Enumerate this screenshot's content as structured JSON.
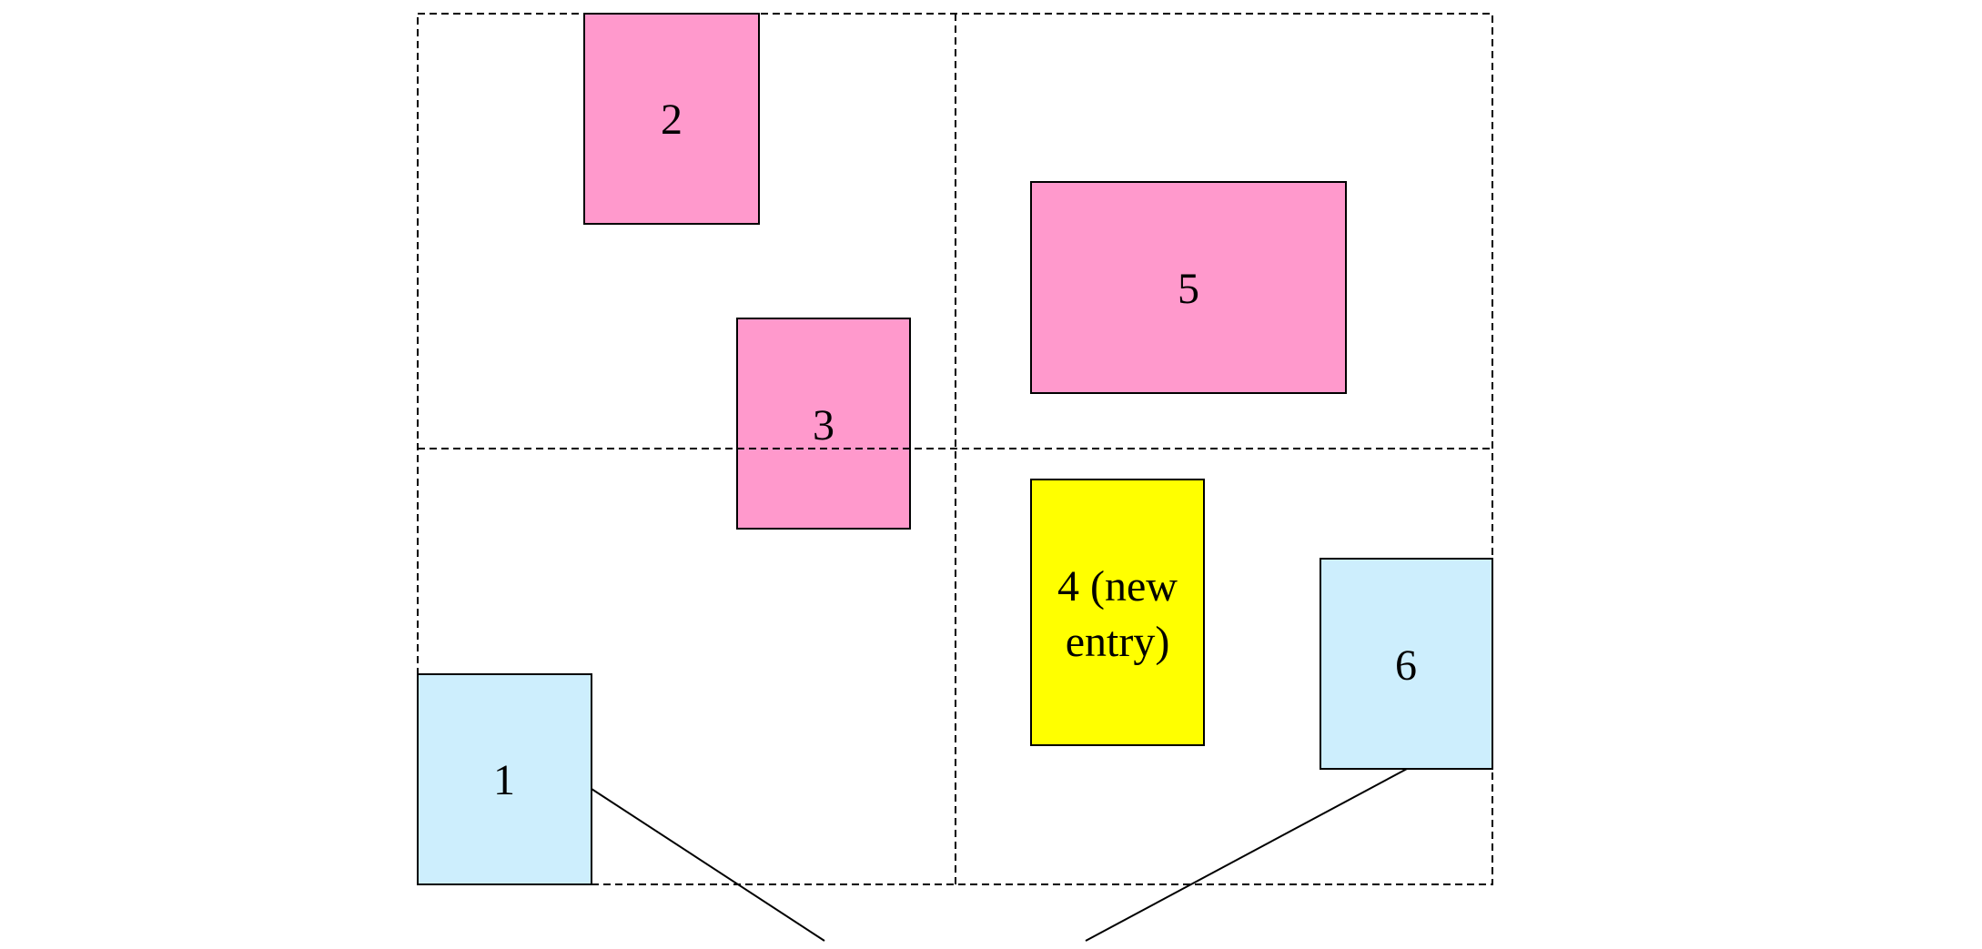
{
  "diagram": {
    "boxes": [
      {
        "id": "1",
        "label": "1",
        "color": "#cdeefd"
      },
      {
        "id": "2",
        "label": "2",
        "color": "#ff99cc"
      },
      {
        "id": "3",
        "label": "3",
        "color": "#ff99cc"
      },
      {
        "id": "4",
        "label_line1": "4 (new",
        "label_line2": "entry)",
        "color": "#ffff00"
      },
      {
        "id": "5",
        "label": "5",
        "color": "#ff99cc"
      },
      {
        "id": "6",
        "label": "6",
        "color": "#cdeefd"
      }
    ],
    "grid_style": "dashed",
    "grid_divisions": {
      "columns": 2,
      "rows": 2
    }
  }
}
